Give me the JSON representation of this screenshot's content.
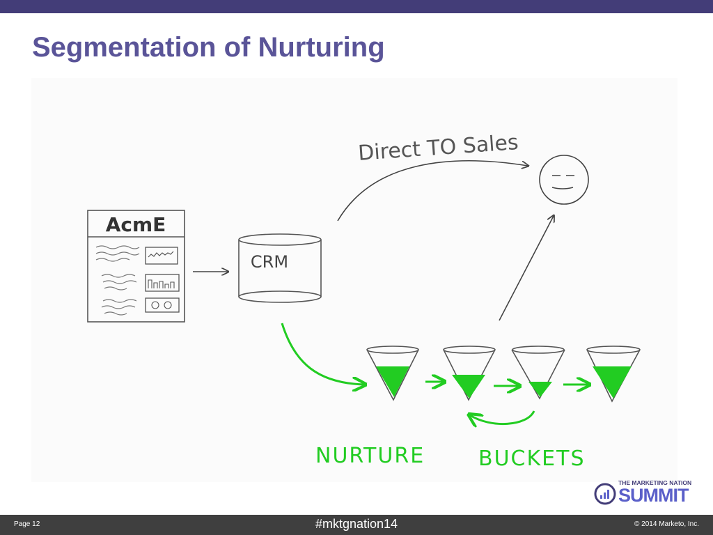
{
  "slide": {
    "title": "Segmentation of Nurturing"
  },
  "diagram": {
    "company_label": "AcmE",
    "crm_label": "CRM",
    "direct_label": "Direct TO Sales",
    "nurture_label": "NURTURE",
    "buckets_label": "BUCKETS",
    "bucket_fill_color": "#22cc22",
    "ink_color": "#444444"
  },
  "logo": {
    "small_text": "THE MARKETING NATION",
    "big_text": "SUMMIT"
  },
  "footer": {
    "page": "Page 12",
    "hashtag": "#mktgnation14",
    "copyright": "© 2014 Marketo, Inc."
  }
}
